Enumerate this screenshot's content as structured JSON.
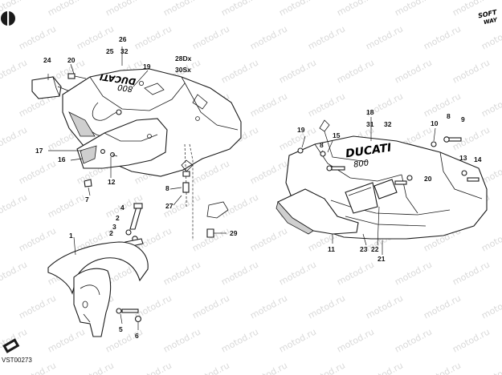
{
  "brand": {
    "line1": "SOFT",
    "line2": "WAY"
  },
  "watermark": "motod.ru",
  "drawing_code": "VST00273",
  "decals": {
    "left_brand": "DUCATI",
    "left_model": "800",
    "right_brand": "DUCATI",
    "right_model": "800"
  },
  "callouts": [
    {
      "id": "c24",
      "text": "24"
    },
    {
      "id": "c20a",
      "text": "20"
    },
    {
      "id": "c26",
      "text": "26"
    },
    {
      "id": "c25",
      "text": "25"
    },
    {
      "id": "c32a",
      "text": "32"
    },
    {
      "id": "c19a",
      "text": "19"
    },
    {
      "id": "c28dx",
      "text": "28Dx"
    },
    {
      "id": "c30sx",
      "text": "30Sx"
    },
    {
      "id": "c17",
      "text": "17"
    },
    {
      "id": "c16",
      "text": "16"
    },
    {
      "id": "c12",
      "text": "12"
    },
    {
      "id": "c7",
      "text": "7"
    },
    {
      "id": "c8a",
      "text": "8"
    },
    {
      "id": "c27",
      "text": "27"
    },
    {
      "id": "c4",
      "text": "4"
    },
    {
      "id": "c2a",
      "text": "2"
    },
    {
      "id": "c3",
      "text": "3"
    },
    {
      "id": "c2b",
      "text": "2"
    },
    {
      "id": "c29",
      "text": "29"
    },
    {
      "id": "c1",
      "text": "1"
    },
    {
      "id": "c5",
      "text": "5"
    },
    {
      "id": "c6",
      "text": "6"
    },
    {
      "id": "c18",
      "text": "18"
    },
    {
      "id": "c31",
      "text": "31"
    },
    {
      "id": "c32b",
      "text": "32"
    },
    {
      "id": "c19b",
      "text": "19"
    },
    {
      "id": "c15",
      "text": "15"
    },
    {
      "id": "c8b",
      "text": "8"
    },
    {
      "id": "c10",
      "text": "10"
    },
    {
      "id": "c8c",
      "text": "8"
    },
    {
      "id": "c9",
      "text": "9"
    },
    {
      "id": "c13",
      "text": "13"
    },
    {
      "id": "c14",
      "text": "14"
    },
    {
      "id": "c20b",
      "text": "20"
    },
    {
      "id": "c11",
      "text": "11"
    },
    {
      "id": "c23",
      "text": "23"
    },
    {
      "id": "c22",
      "text": "22"
    },
    {
      "id": "c21",
      "text": "21"
    }
  ],
  "icons": {
    "corner_logo": "circle-stripe-logo-icon",
    "book_badge": "book-badge-icon"
  }
}
